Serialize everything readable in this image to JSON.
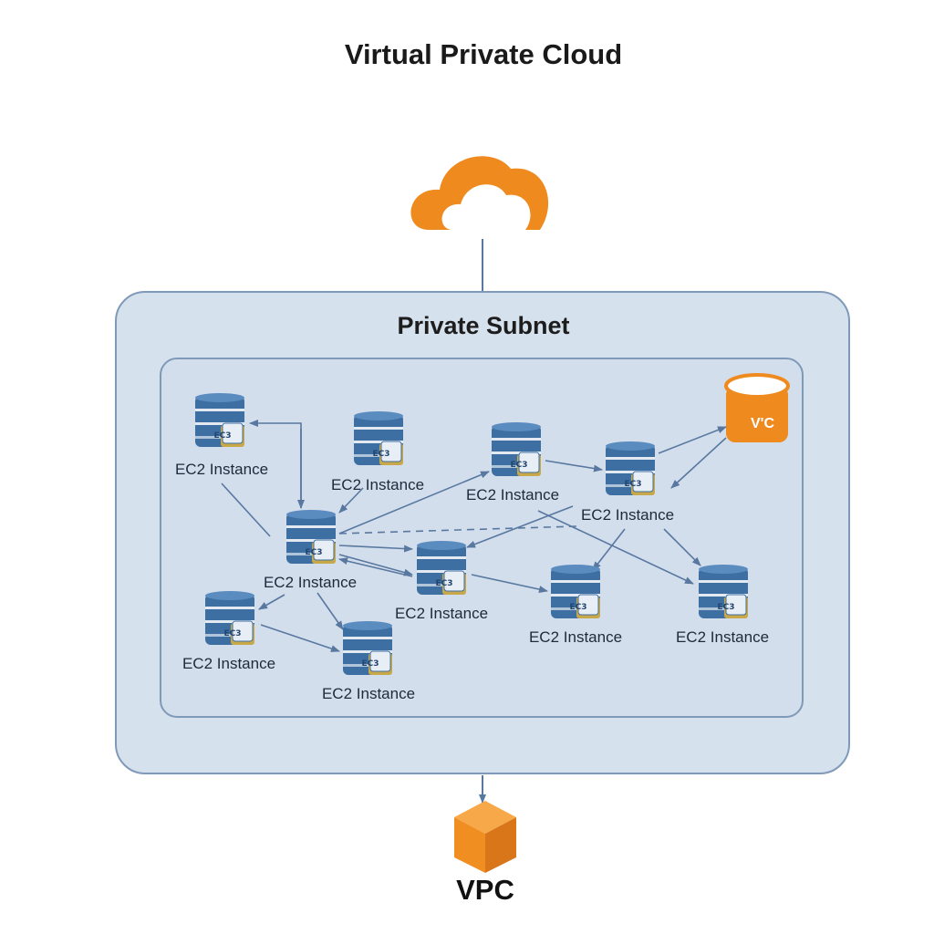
{
  "title": "Virtual Private Cloud",
  "subnet_title": "Private Subnet",
  "vpc_label": "VPC",
  "vpc_database_label": "V'C",
  "instance_badge": "EC3",
  "instances": [
    {
      "label": "EC2 Instance"
    },
    {
      "label": "EC2 Instance"
    },
    {
      "label": "EC2 Instance"
    },
    {
      "label": "EC2 Instance"
    },
    {
      "label": "EC2 Instance"
    },
    {
      "label": "EC2 Instance"
    },
    {
      "label": "EC2 Instance"
    },
    {
      "label": "EC2 Instance"
    },
    {
      "label": "EC2 Instance"
    },
    {
      "label": "EC2 Instance"
    }
  ],
  "colors": {
    "cloud": "#ef8a1f",
    "vpc_box": "#f08e22",
    "subnet_fill": "#d6e1ee",
    "subnet_border": "#7f9ab9",
    "server": "#3d6fa3",
    "badge": "#c9a84a",
    "arrow": "#5878a0"
  }
}
